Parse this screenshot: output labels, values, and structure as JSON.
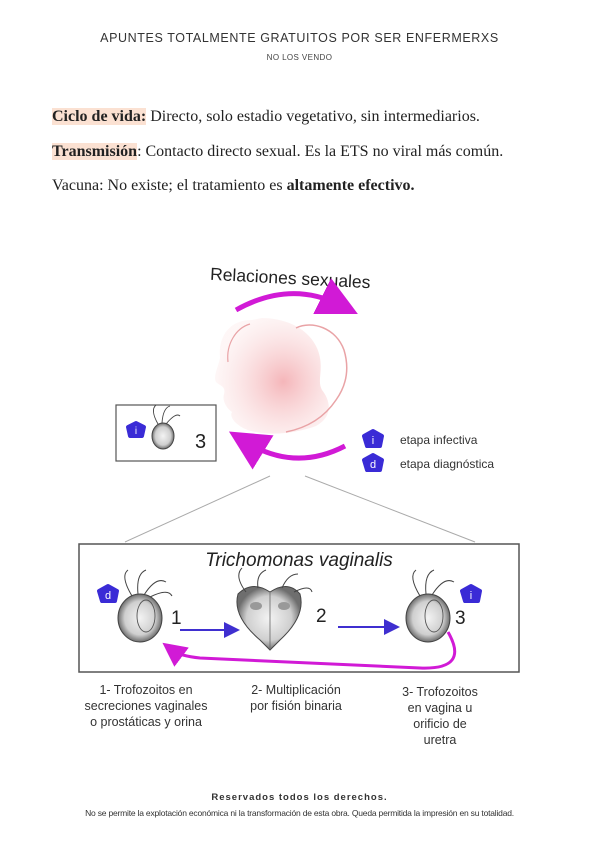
{
  "header": {
    "title": "APUNTES TOTALMENTE GRATUITOS POR SER ENFERMERXS",
    "subtitle": "NO LOS VENDO"
  },
  "body": {
    "ciclo_label": "Ciclo de vida:",
    "ciclo_text": " Directo, solo estadio vegetativo, sin intermediarios.",
    "trans_label": "Transmisión",
    "trans_text": ": Contacto directo sexual. Es la ETS no viral más común.",
    "vacuna_text": "Vacuna: No existe; el tratamiento es ",
    "vacuna_bold": "altamente efectivo."
  },
  "figure": {
    "top_label": "Relaciones sexuales",
    "box_number": "3",
    "badge_i": "i",
    "badge_d": "d",
    "legend_infective": "etapa infectiva",
    "legend_diagnostic": "etapa diagnóstica",
    "panel_title": "Trichomonas vaginalis",
    "step1_num": "1",
    "step2_num": "2",
    "step3_num": "3",
    "caption1": [
      "1- Trofozoitos en",
      "secreciones vaginales",
      "o prostáticas y orina"
    ],
    "caption2": [
      "2- Multiplicación",
      "por fisión binaria"
    ],
    "caption3": [
      "3- Trofozoitos",
      "en vagina u",
      "orificio de",
      "uretra"
    ],
    "colors": {
      "magenta": "#d11ad6",
      "purple": "#3f2fd0",
      "badge": "#3a2bd6"
    }
  },
  "footer": {
    "title": "Reservados todos los derechos.",
    "text": "No se permite la explotación económica ni la transformación de esta obra. Queda permitida la impresión en su totalidad."
  }
}
